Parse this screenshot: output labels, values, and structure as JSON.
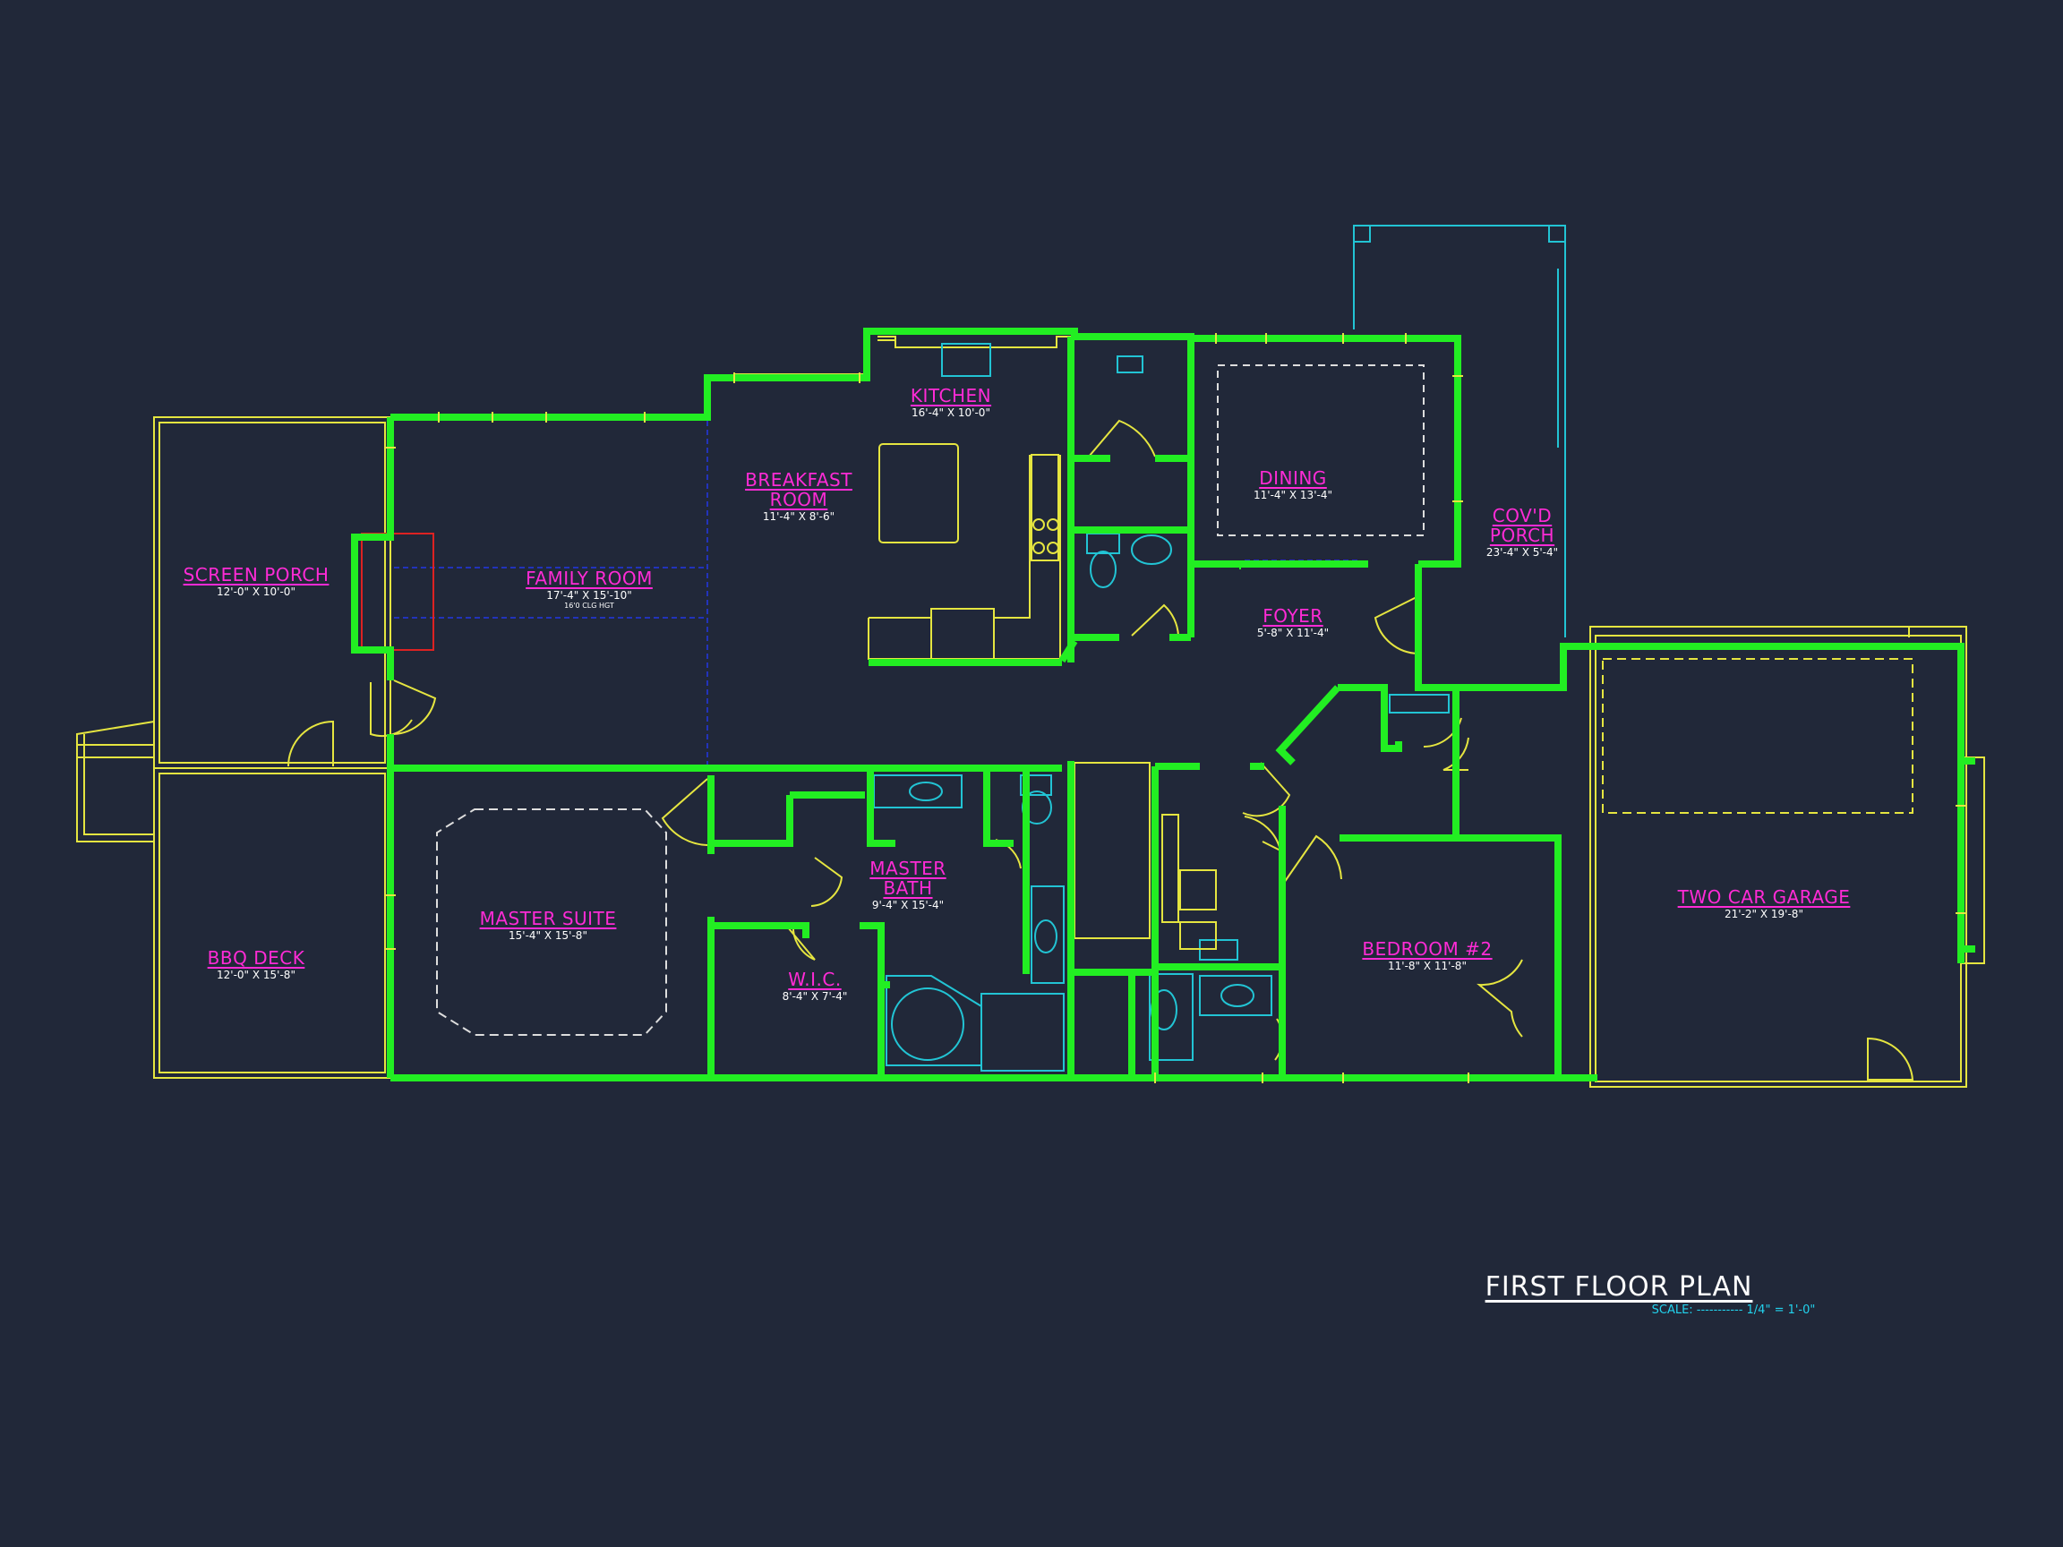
{
  "rooms": {
    "kitchen": {
      "name": "KITCHEN",
      "dim": "16'-4\" X 10'-0\""
    },
    "breakfast": {
      "name_1": "BREAKFAST",
      "name_2": "ROOM",
      "dim": "11'-4\" X 8'-6\""
    },
    "dining": {
      "name": "DINING",
      "dim": "11'-4\" X 13'-4\""
    },
    "covd_porch": {
      "name_1": "COV'D",
      "name_2": "PORCH",
      "dim": "23'-4\" X 5'-4\""
    },
    "screen_porch": {
      "name": "SCREEN PORCH",
      "dim": "12'-0\" X 10'-0\""
    },
    "family_room": {
      "name": "FAMILY ROOM",
      "dim": "17'-4\" X 15'-10\"",
      "note": "16'0 CLG HGT"
    },
    "foyer": {
      "name": "FOYER",
      "dim": "5'-8\" X 11'-4\""
    },
    "master_bath": {
      "name_1": "MASTER",
      "name_2": "BATH",
      "dim": "9'-4\" X 15'-4\""
    },
    "master_suite": {
      "name": "MASTER SUITE",
      "dim": "15'-4\" X 15'-8\""
    },
    "bbq_deck": {
      "name": "BBQ DECK",
      "dim": "12'-0\" X 15'-8\""
    },
    "wic": {
      "name": "W.I.C.",
      "dim": "8'-4\" X 7'-4\""
    },
    "bedroom2": {
      "name": "BEDROOM #2",
      "dim": "11'-8\" X 11'-8\""
    },
    "garage": {
      "name": "TWO CAR GARAGE",
      "dim": "21'-2\" X 19'-8\""
    }
  },
  "plan": {
    "title": "FIRST FLOOR PLAN",
    "scale": "SCALE: ----------- 1/4\" = 1'-0\""
  },
  "colors": {
    "background": "#212839",
    "wall": "#22ee22",
    "outline": "#e5e540",
    "fixture": "#22c4d4",
    "label": "#ff2bd6",
    "dimension": "#ffffff",
    "dashed_blue": "#2233bb",
    "fireplace": "#dd2222"
  }
}
